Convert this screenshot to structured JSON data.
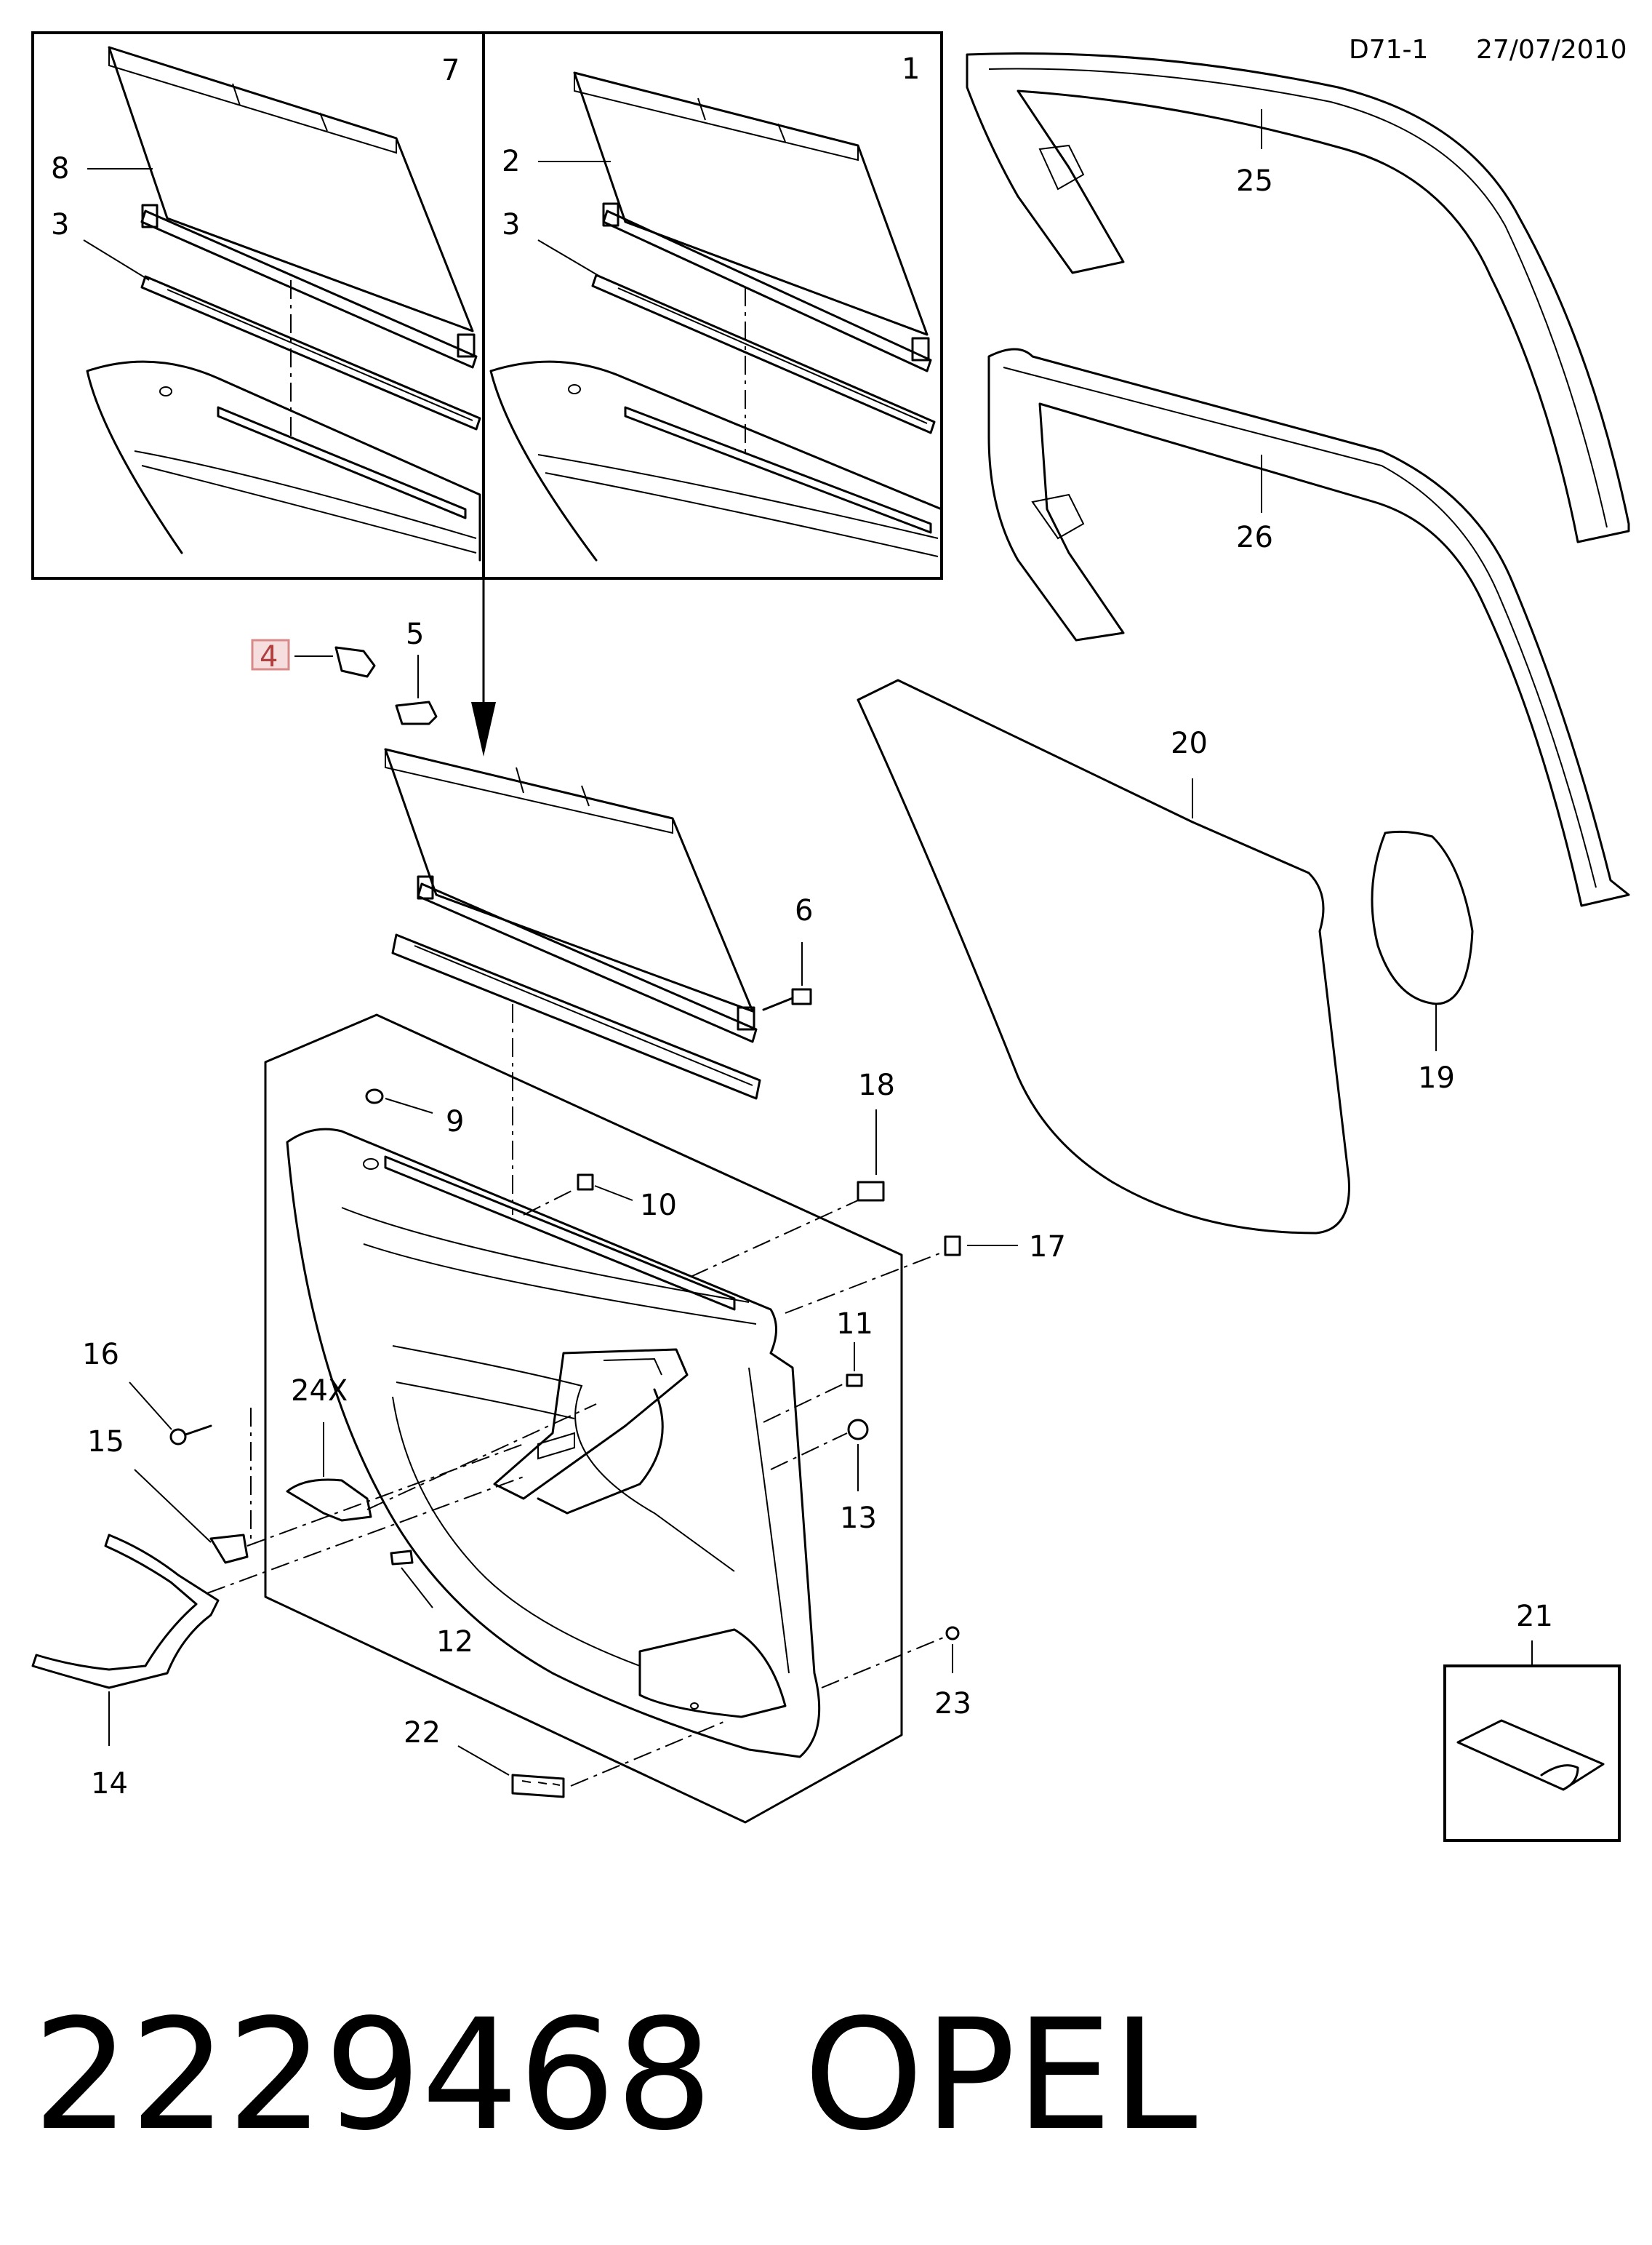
{
  "header": {
    "diagram_code": "D71-1",
    "date": "27/07/2010"
  },
  "footer": {
    "part_number": "2229468",
    "brand": "OPEL"
  },
  "callouts": {
    "c1": "1",
    "c2": "2",
    "c3a": "3",
    "c3b": "3",
    "c4": "4",
    "c5": "5",
    "c6": "6",
    "c7": "7",
    "c8": "8",
    "c9": "9",
    "c10": "10",
    "c11": "11",
    "c12": "12",
    "c13": "13",
    "c14": "14",
    "c15": "15",
    "c16": "16",
    "c17": "17",
    "c18": "18",
    "c19": "19",
    "c20": "20",
    "c21": "21",
    "c22": "22",
    "c23": "23",
    "c24x": "24X",
    "c25": "25",
    "c26": "26"
  },
  "colors": {
    "highlight_fill": "#f6dede",
    "highlight_stroke": "#d88a8a"
  }
}
